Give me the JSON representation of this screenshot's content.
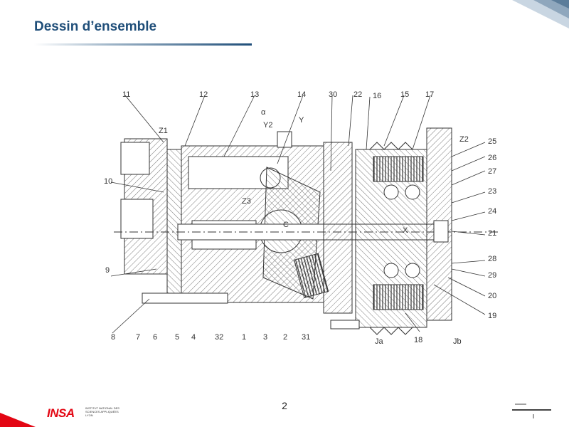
{
  "slide": {
    "title": "Dessin d’ensemble",
    "page_number": "2"
  },
  "drawing": {
    "part_numbers_top": [
      "11",
      "12",
      "13",
      "14",
      "30",
      "22",
      "16",
      "15",
      "17"
    ],
    "part_numbers_right": [
      "Z2",
      "25",
      "26",
      "27",
      "23",
      "24",
      "21",
      "28",
      "29",
      "20",
      "19"
    ],
    "part_numbers_left": [
      "10",
      "9"
    ],
    "part_numbers_bottom": [
      "8",
      "7",
      "6",
      "5",
      "4",
      "32",
      "1",
      "3",
      "2",
      "31",
      "18"
    ],
    "zone_labels": [
      "Z1",
      "Z3",
      "Y",
      "Y2",
      "α",
      "C",
      "X",
      "Ja",
      "Jb"
    ]
  },
  "logo": {
    "insa_word": "INSA",
    "insa_subtitle": "INSTITUT NATIONAL DES SCIENCES APPLIQUÉES LYON"
  },
  "colors": {
    "title": "#1f4e79",
    "logo_red": "#e30613",
    "ink": "#333333"
  }
}
